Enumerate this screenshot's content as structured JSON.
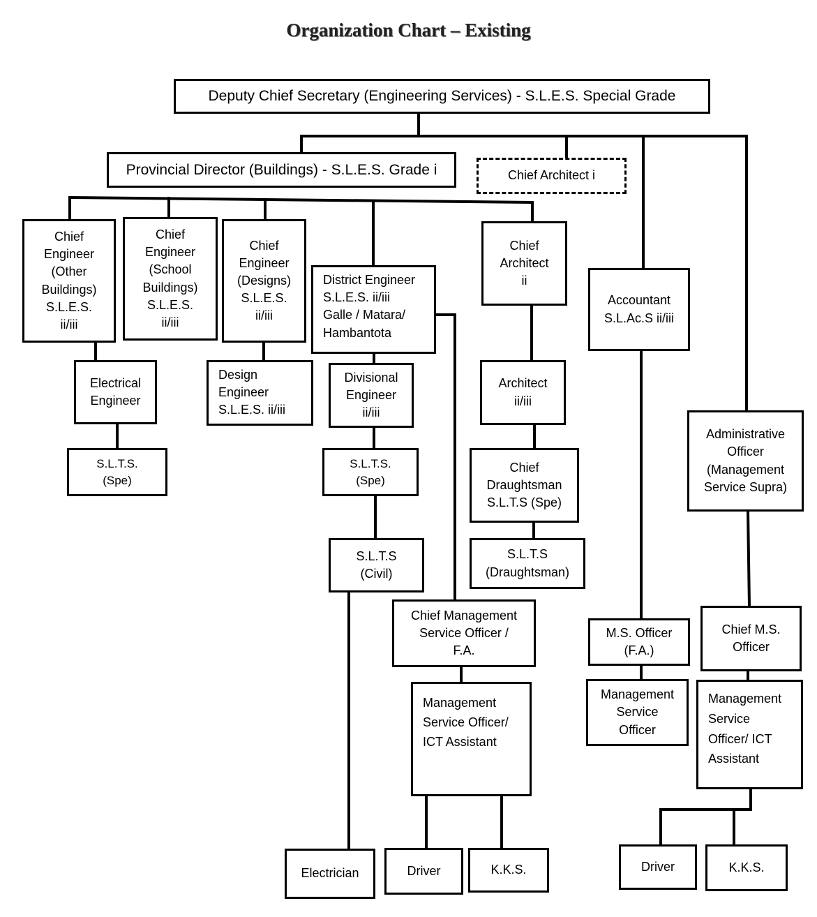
{
  "title": "Organization Chart – Existing",
  "nodes": {
    "dcs": "Deputy Chief Secretary (Engineering Services) - S.L.E.S. Special Grade",
    "pd": "Provincial Director (Buildings) - S.L.E.S. Grade i",
    "ca1": "Chief Architect i",
    "ce_other": "Chief\nEngineer\n(Other\nBuildings)\nS.L.E.S.\nii/iii",
    "ce_school": "Chief\nEngineer\n(School\nBuildings)\nS.L.E.S.\nii/iii",
    "ce_designs": "Chief\nEngineer\n(Designs)\nS.L.E.S.\nii/iii",
    "de": "District Engineer\nS.L.E.S.  ii/iii\nGalle / Matara/\nHambantota",
    "ca2": "Chief\nArchitect\nii",
    "accountant": "Accountant\nS.L.Ac.S ii/iii",
    "elec_eng": "Electrical\nEngineer",
    "design_eng": "Design\nEngineer\nS.L.E.S.  ii/iii",
    "div_eng": "Divisional\nEngineer\nii/iii",
    "architect": "Architect\nii/iii",
    "admin_off": "Administrative\nOfficer\n(Management\nService Supra)",
    "slts_spe1": "S.L.T.S.\n(Spe)",
    "slts_spe2": "S.L.T.S.\n(Spe)",
    "chief_draught": "Chief\nDraughtsman\nS.L.T.S (Spe)",
    "slts_civil": "S.L.T.S\n(Civil)",
    "slts_draught": "S.L.T.S\n(Draughtsman)",
    "cmso_fa": "Chief Management\nService Officer /\nF.A.",
    "ms_fa": "M.S. Officer\n(F.A.)",
    "cms_off": "Chief M.S.\nOfficer",
    "mso_ict1": "Management\nService Officer/\nICT Assistant",
    "mso": "Management\nService\nOfficer",
    "mso_ict2": "Management\nService\nOfficer/ ICT\nAssistant",
    "electrician": "Electrician",
    "driver1": "Driver",
    "kks1": "K.K.S.",
    "driver2": "Driver",
    "kks2": "K.K.S."
  }
}
